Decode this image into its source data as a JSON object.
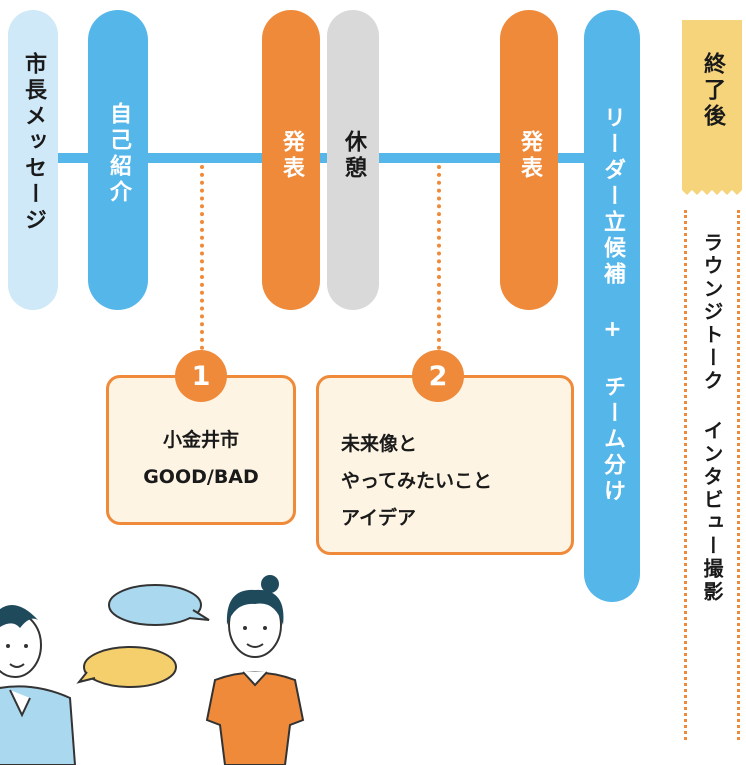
{
  "timeline": {
    "mayor_message": "市長メッセージ",
    "self_intro": "自己紹介",
    "present1": "発表",
    "break": "休憩",
    "present2": "発表",
    "leader_team": "リーダー立候補 + チーム分け"
  },
  "sessions": [
    {
      "number": "1",
      "line1": "小金井市",
      "line2": "GOOD/BAD"
    },
    {
      "number": "2",
      "line1": "未来像と",
      "line2": "やってみたいこと",
      "line3": "アイデア"
    }
  ],
  "after": {
    "label": "終了後",
    "activity": "ラウンジトーク インタビュー撮影"
  },
  "colors": {
    "light_blue": "#cfe9f8",
    "blue": "#55b6ea",
    "orange": "#ef8a3a",
    "gray": "#d9d9d9",
    "cream": "#fdf4e4",
    "yellow": "#f6d47c"
  }
}
